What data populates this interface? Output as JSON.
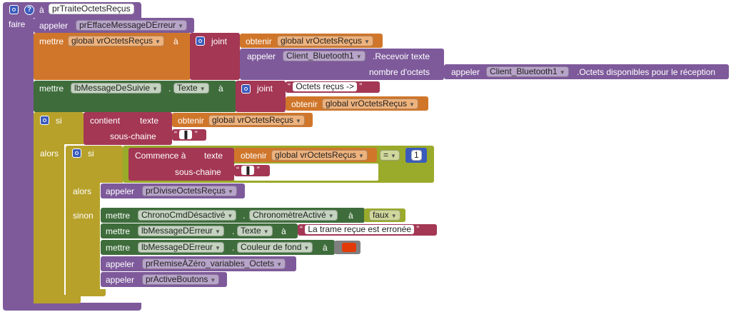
{
  "colors": {
    "procedure": "#7e5a9b",
    "procedure_dark": "#6c4b8a",
    "variable": "#d0762a",
    "text": "#a33754",
    "logic": "#9aaa2a",
    "control": "#b7a12a",
    "component_get": "#3e6d3b",
    "component_call": "#7e5a9b",
    "math": "#3a5bbd",
    "red": "#e23a06"
  },
  "header": {
    "a": "à",
    "proc_name": "prTraiteOctetsReçus",
    "help": "?"
  },
  "faire": "faire",
  "b1": {
    "appeler": "appeler",
    "proc": "prEffaceMessageDErreur"
  },
  "b2": {
    "mettre": "mettre",
    "var": "global vrOctetsReçus",
    "a": "à",
    "joint": "joint",
    "obtenir": "obtenir",
    "get_var": "global vrOctetsReçus",
    "appeler": "appeler",
    "comp": "Client_Bluetooth1",
    "method": ".Recevoir texte",
    "nombre": "nombre d'octets",
    "appeler2": "appeler",
    "comp2": "Client_Bluetooth1",
    "method2": ".Octets disponibles pour le réception"
  },
  "b3": {
    "mettre": "mettre",
    "comp": "lbMessageDeSuivie",
    "prop": "Texte",
    "a": "à",
    "joint": "joint",
    "str": "Octets reçus ->",
    "obtenir": "obtenir",
    "get_var": "global vrOctetsReçus"
  },
  "if1": {
    "si": "si",
    "contient": "contient",
    "texte": "texte",
    "obtenir": "obtenir",
    "get_var": "global vrOctetsReçus",
    "sous": "sous-chaine",
    "piece": "❚"
  },
  "alors": "alors",
  "if2": {
    "si": "si",
    "commence": "Commence à",
    "texte": "texte",
    "obtenir": "obtenir",
    "get_var": "global vrOctetsReçus",
    "eq": "=",
    "num": "1",
    "sous": "sous-chaine",
    "piece": "❚"
  },
  "alors2": "alors",
  "call_divise": {
    "appeler": "appeler",
    "proc": "prDiviseOctetsReçus"
  },
  "sinon": "sinon",
  "s1": {
    "mettre": "mettre",
    "comp": "ChronoCmdDésactivé",
    "prop": "ChronomètreActivé",
    "a": "à",
    "val": "faux"
  },
  "s2": {
    "mettre": "mettre",
    "comp": "lbMessageDErreur",
    "prop": "Texte",
    "a": "à",
    "str": "La trame reçue est erronée"
  },
  "s3": {
    "mettre": "mettre",
    "comp": "lbMessageDErreur",
    "prop": "Couleur de fond",
    "a": "à"
  },
  "s4": {
    "appeler": "appeler",
    "proc": "prRemiseÀZéro_variables_Octets"
  },
  "s5": {
    "appeler": "appeler",
    "proc": "prActiveBoutons"
  }
}
